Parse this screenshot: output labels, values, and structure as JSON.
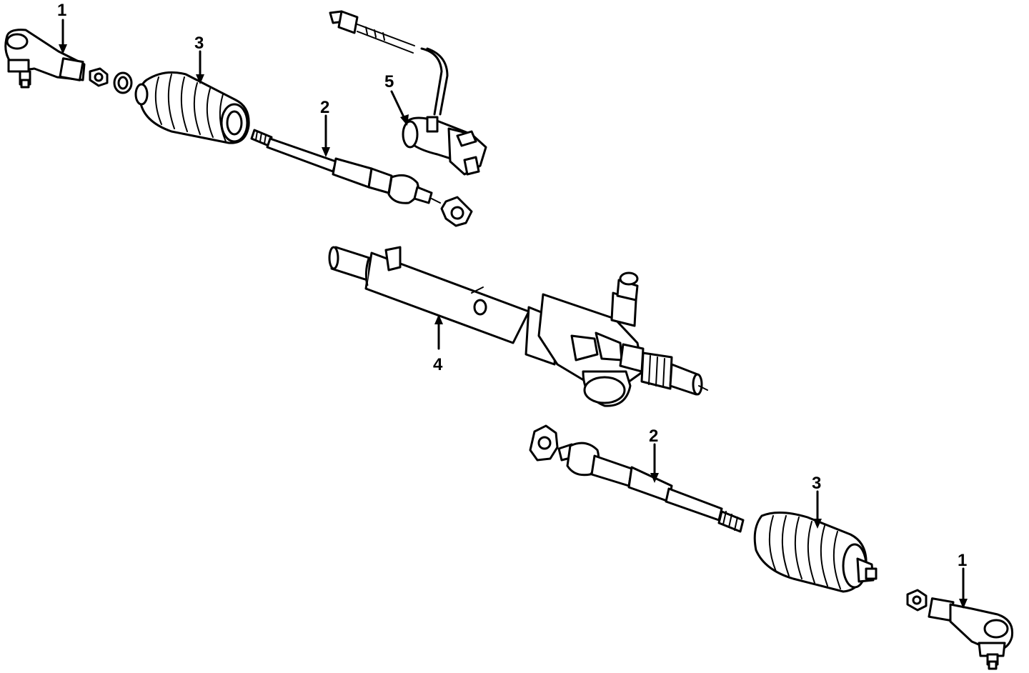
{
  "diagram": {
    "part_labels": {
      "tie_rod_end_left": "1",
      "tie_rod_end_right": "1",
      "inner_tie_rod_upper": "2",
      "inner_tie_rod_lower": "2",
      "boot_left": "3",
      "boot_right": "3",
      "rack_and_pinion_gear": "4",
      "sensor": "5"
    },
    "colors": {
      "line": "#000000",
      "background": "#ffffff"
    }
  }
}
